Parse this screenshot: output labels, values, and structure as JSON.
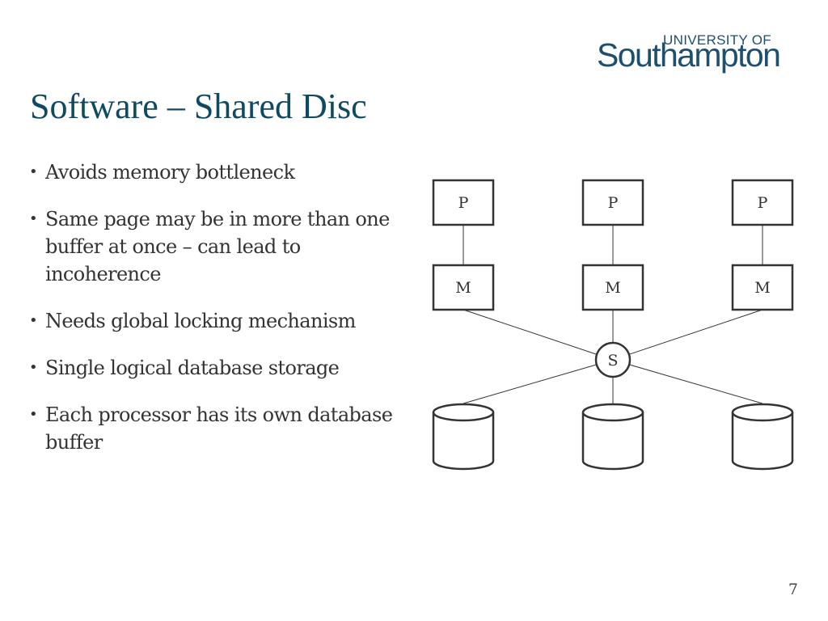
{
  "logo": {
    "line1": "UNIVERSITY OF",
    "line2": "Southampton"
  },
  "slide": {
    "title": "Software – Shared Disc",
    "bullets": [
      "Avoids memory bottleneck",
      "Same page may be in more than one buffer at once – can lead to incoherence",
      "Needs global locking mechanism",
      "Single logical database storage",
      "Each processor has its own database buffer"
    ],
    "page_number": "7"
  },
  "diagram": {
    "processors": [
      "P",
      "P",
      "P"
    ],
    "memories": [
      "M",
      "M",
      "M"
    ],
    "switch": "S",
    "disks": [
      "",
      "",
      ""
    ]
  }
}
